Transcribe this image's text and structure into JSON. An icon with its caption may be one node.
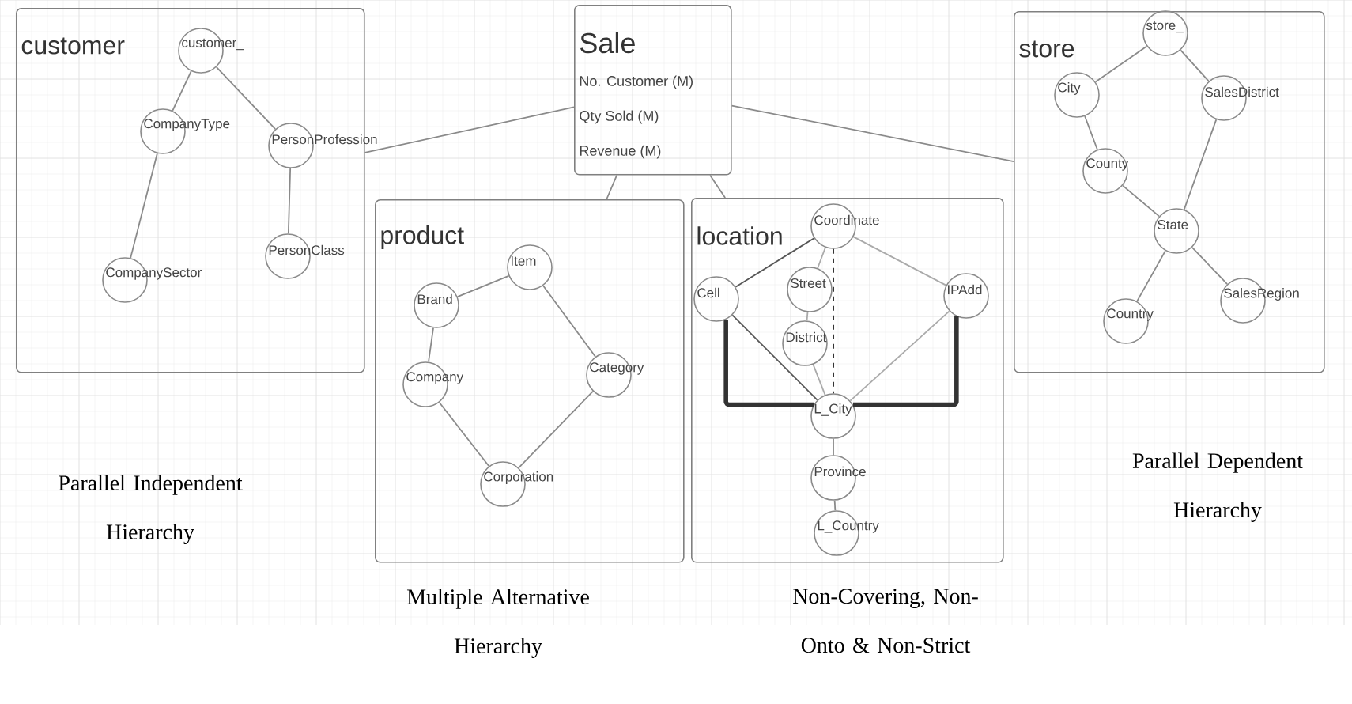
{
  "diagram": {
    "nodes": [
      {
        "text": [
          "customer"
        ]
      },
      {
        "text": [
          "customer_"
        ],
        "in": 0
      },
      {
        "text": [
          "CompanyType"
        ],
        "in": 0
      },
      {
        "text": [
          "PersonProfession"
        ],
        "in": 0
      },
      {
        "text": [
          "CompanySector"
        ],
        "in": 0
      },
      {
        "text": [
          "PersonClass"
        ],
        "in": 0
      },
      {
        "text": [
          "Sale",
          "No. Customer (M)",
          "Qty Sold (M)",
          "Revenue (M)"
        ]
      },
      {
        "text": [
          "store"
        ]
      },
      {
        "text": [
          "store_"
        ],
        "in": 7
      },
      {
        "text": [
          "City"
        ],
        "in": 7
      },
      {
        "text": [
          "SalesDistrict"
        ],
        "in": 7
      },
      {
        "text": [
          "County"
        ],
        "in": 7
      },
      {
        "text": [
          "State"
        ],
        "in": 7
      },
      {
        "text": [
          "Country"
        ],
        "in": 7
      },
      {
        "text": [
          "SalesRegion"
        ],
        "in": 7
      },
      {
        "text": [
          "product"
        ]
      },
      {
        "text": [
          "Item"
        ],
        "in": 15
      },
      {
        "text": [
          "Brand"
        ],
        "in": 15
      },
      {
        "text": [
          "Company"
        ],
        "in": 15
      },
      {
        "text": [
          "Category"
        ],
        "in": 15
      },
      {
        "text": [
          "Corporation"
        ],
        "in": 15
      },
      {
        "text": [
          "location"
        ]
      },
      {
        "text": [
          "Coordinate"
        ],
        "in": 21
      },
      {
        "text": [
          "Cell"
        ],
        "in": 21
      },
      {
        "text": [
          "Street"
        ],
        "in": 21
      },
      {
        "text": [
          "District"
        ],
        "in": 21
      },
      {
        "text": [
          "IPAdd"
        ],
        "in": 21
      },
      {
        "text": [
          "L_City"
        ],
        "in": 21
      },
      {
        "text": [
          "Province"
        ],
        "in": 21
      },
      {
        "text": [
          "L_Country"
        ],
        "in": 21
      }
    ],
    "edges": [
      {
        "from": 1,
        "to": 2,
        "arrow": "none"
      },
      {
        "from": 1,
        "to": 3,
        "arrow": "none"
      },
      {
        "from": 2,
        "to": 4,
        "arrow": "none"
      },
      {
        "from": 3,
        "to": 5,
        "arrow": "none"
      },
      {
        "from": 6,
        "to": 0,
        "arrow": "none"
      },
      {
        "from": 6,
        "to": 7,
        "arrow": "none"
      },
      {
        "from": 6,
        "to": 15,
        "arrow": "none"
      },
      {
        "from": 6,
        "to": 21,
        "arrow": "none"
      },
      {
        "from": 8,
        "to": 9,
        "arrow": "none"
      },
      {
        "from": 8,
        "to": 10,
        "arrow": "none"
      },
      {
        "from": 9,
        "to": 11,
        "arrow": "none"
      },
      {
        "from": 11,
        "to": 12,
        "arrow": "none"
      },
      {
        "from": 10,
        "to": 12,
        "arrow": "none"
      },
      {
        "from": 12,
        "to": 13,
        "arrow": "none"
      },
      {
        "from": 12,
        "to": 14,
        "arrow": "none"
      },
      {
        "from": 16,
        "to": 17,
        "arrow": "none"
      },
      {
        "from": 17,
        "to": 18,
        "arrow": "none"
      },
      {
        "from": 18,
        "to": 20,
        "arrow": "none"
      },
      {
        "from": 16,
        "to": 19,
        "arrow": "none"
      },
      {
        "from": 19,
        "to": 20,
        "arrow": "none"
      },
      {
        "from": 22,
        "to": 23,
        "arrow": "none",
        "color": "#555555"
      },
      {
        "from": 22,
        "to": 24,
        "arrow": "none",
        "color": "#aaaaaa"
      },
      {
        "from": 24,
        "to": 25,
        "arrow": "none",
        "color": "#aaaaaa"
      },
      {
        "from": 25,
        "to": 27,
        "arrow": "none",
        "color": "#aaaaaa"
      },
      {
        "from": 22,
        "to": 27,
        "arrow": "none",
        "style": "dashed",
        "color": "#333333"
      },
      {
        "from": 22,
        "to": 26,
        "arrow": "none",
        "color": "#aaaaaa"
      },
      {
        "from": 23,
        "to": 27,
        "arrow": "none",
        "color": "#555555"
      },
      {
        "from": 26,
        "to": 27,
        "arrow": "none",
        "color": "#aaaaaa"
      },
      {
        "from": 23,
        "to": 27,
        "arrow": "none",
        "style": "thick",
        "color": "#333333"
      },
      {
        "from": 26,
        "to": 27,
        "arrow": "none",
        "style": "thick",
        "color": "#333333"
      },
      {
        "from": 27,
        "to": 28,
        "arrow": "none"
      },
      {
        "from": 28,
        "to": 29,
        "arrow": "none"
      }
    ],
    "labels": [
      "Parallel Independent Hierarchy",
      "Parallel Dependent Hierarchy",
      "Multiple Alternative Hierarchy",
      "Non-Covering, Non-Onto & Non-Strict"
    ]
  }
}
